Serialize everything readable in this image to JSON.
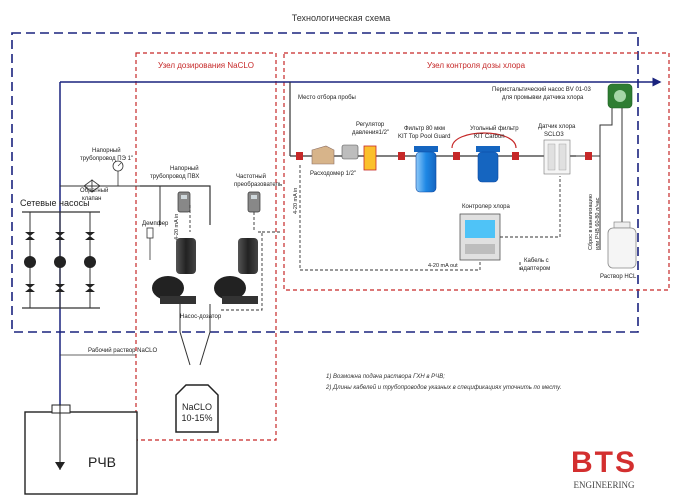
{
  "diagram": {
    "title": "Технологическая схема",
    "node_naclo_title": "Узел дозирования NaCLO",
    "node_chlorine_title": "Узел контроля дозы хлора",
    "labels": {
      "sampling": "Место отбора пробы",
      "pressure_pipe_1": "Напорный",
      "pressure_pipe_2": "трубопровод ПЭ 1\"",
      "check_valve_1": "Обратный",
      "check_valve_2": "клапан",
      "network_pumps": "Сетевые насосы",
      "pvc_pipe_1": "Напорный",
      "pvc_pipe_2": "трубопровод ПВХ",
      "freq_conv_1": "Частотный",
      "freq_conv_2": "преобразователь",
      "damper": "Демпфер",
      "signal_mA_v": "4-20 mA in",
      "dosing_pump": "Насос-дозатор",
      "flowmeter": "Расходомер 1/2\"",
      "regulator_1": "Регулятор",
      "regulator_2": "давления1/2\"",
      "filter80_1": "Фильтр 80 мкм",
      "filter80_2": "KIT Top Pool Guard",
      "carbon_1": "Угольный фильтр",
      "carbon_2": "KIT Carbon",
      "chlorine_sensor_1": "Датчик хлора",
      "chlorine_sensor_2": "SCLO3",
      "peristaltic_1": "Перистальтический насос BV 01-03",
      "peristaltic_2": "для промывки датчика хлора",
      "chlorine_controller": "Контролер хлора",
      "signal_out": "4-20 mA out",
      "signal_in_left": "4-20 mA in",
      "cable_1": "Кабель с",
      "cable_2": "адаптером",
      "drain_1": "Сброс в канализацию",
      "drain_2": "или РЧВ 60-80 л/час",
      "hcl": "Раствор HCL",
      "working_solution": "Рабочий раствор NaCLO",
      "tank_1": "NaCLO",
      "tank_2": "10-15%",
      "rchv": "РЧВ"
    },
    "notes": [
      "1)    Возможна подача раствора ГХН в РЧВ;",
      "2)    Длины кабелей и трубопроводов указных в спецификациях уточнить по месту."
    ]
  },
  "logo": {
    "name": "BTS",
    "sub": "ENGINEERING"
  },
  "colors": {
    "frame_navy": "#1a237e",
    "frame_red": "#c62828",
    "pipe_blue": "#1565c0",
    "pipe_black": "#333333",
    "pump_dark": "#222222",
    "filter_blue": "#1e88e5",
    "logo_red": "#d32f2f",
    "peristaltic_green": "#2e7d32"
  }
}
